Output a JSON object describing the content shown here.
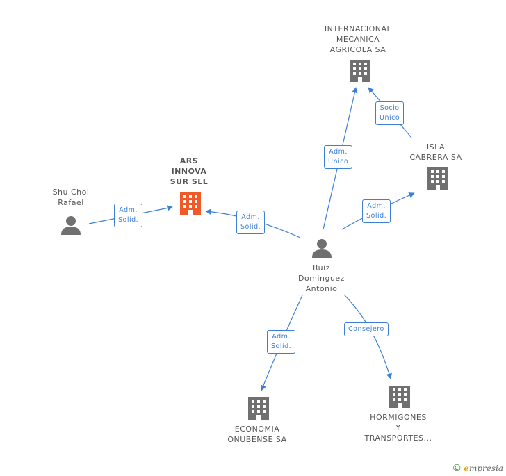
{
  "nodes": {
    "ars": "ARS\nINNOVA\nSUR SLL",
    "shu": "Shu Choi\nRafael",
    "ruiz": "Ruiz\nDominguez\nAntonio",
    "internacional": "INTERNACIONAL\nMECANICA\nAGRICOLA SA",
    "isla": "ISLA\nCABRERA SA",
    "economia": "ECONOMIA\nONUBENSE SA",
    "hormigones": "HORMIGONES\nY\nTRANSPORTES..."
  },
  "edges": {
    "shu_ars": "Adm.\nSolid.",
    "ruiz_ars": "Adm.\nSolid.",
    "ruiz_internacional": "Adm.\nUnico",
    "isla_internacional": "Socio\nÚnico",
    "ruiz_isla": "Adm.\nSolid.",
    "ruiz_economia": "Adm.\nSolid.",
    "ruiz_hormigones": "Consejero"
  },
  "colors": {
    "edge": "#3d7fd6",
    "building_main": "#f05a28",
    "building": "#707070",
    "person": "#707070"
  },
  "footer": {
    "copyright": "©",
    "brand_e": "e",
    "brand_rest": "mpresia"
  },
  "icons": {
    "company": "building-icon",
    "person": "person-icon"
  }
}
